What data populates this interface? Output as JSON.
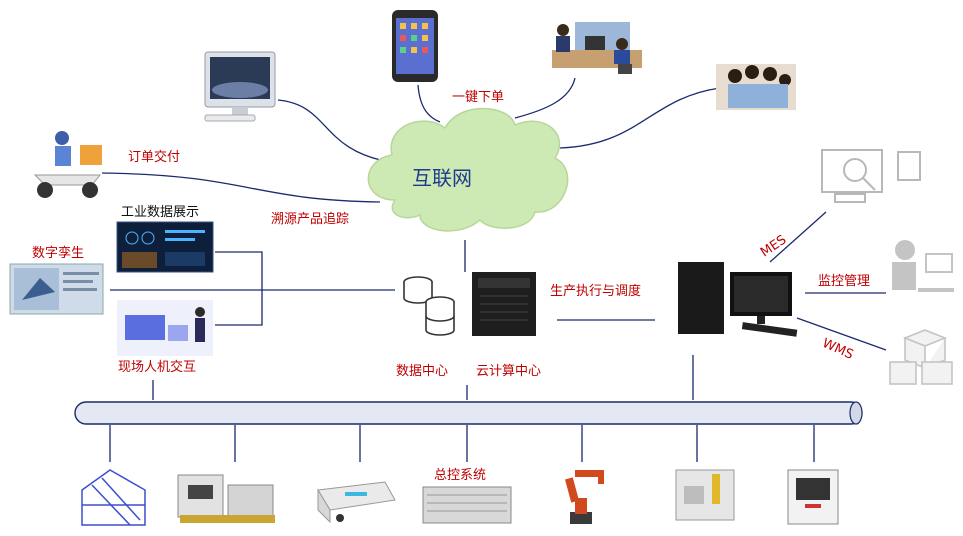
{
  "cloud": {
    "label": "互联网"
  },
  "labels": {
    "one_click_order": "一键下单",
    "order_delivery": "订单交付",
    "traceability": "溯源产品追踪",
    "industrial_data": "工业数据展示",
    "digital_twin": "数字孪生",
    "onsite_hmi": "现场人机交互",
    "production_scheduling": "生产执行与调度",
    "data_center": "数据中心",
    "cloud_computing": "云计算中心",
    "mes": "MES",
    "monitoring": "监控管理",
    "wms": "WMS",
    "master_control": "总控系统"
  },
  "colors": {
    "label_red": "#c00000",
    "cloud_fill": "#cde9b4",
    "cloud_text": "#1f3b8c",
    "line_dark": "#1a2a6c",
    "bus_fill": "#e4e8f2"
  },
  "icons": [
    "desktop-monitor-icon",
    "smartphone-icon",
    "office-worker-icon",
    "family-group-icon",
    "delivery-scooter-icon",
    "dashboard-screen-icon",
    "digital-twin-screen-icon",
    "hmi-operator-icon",
    "database-icon",
    "server-tower-icon",
    "workstation-pc-icon",
    "analytics-monitor-icon",
    "monitoring-worker-icon",
    "boxes-icon",
    "storage-rack-icon",
    "cnc-machine-icon",
    "agv-robot-icon",
    "control-cabinet-icon",
    "robot-arm-icon",
    "assembly-station-icon",
    "printer-3d-icon"
  ]
}
